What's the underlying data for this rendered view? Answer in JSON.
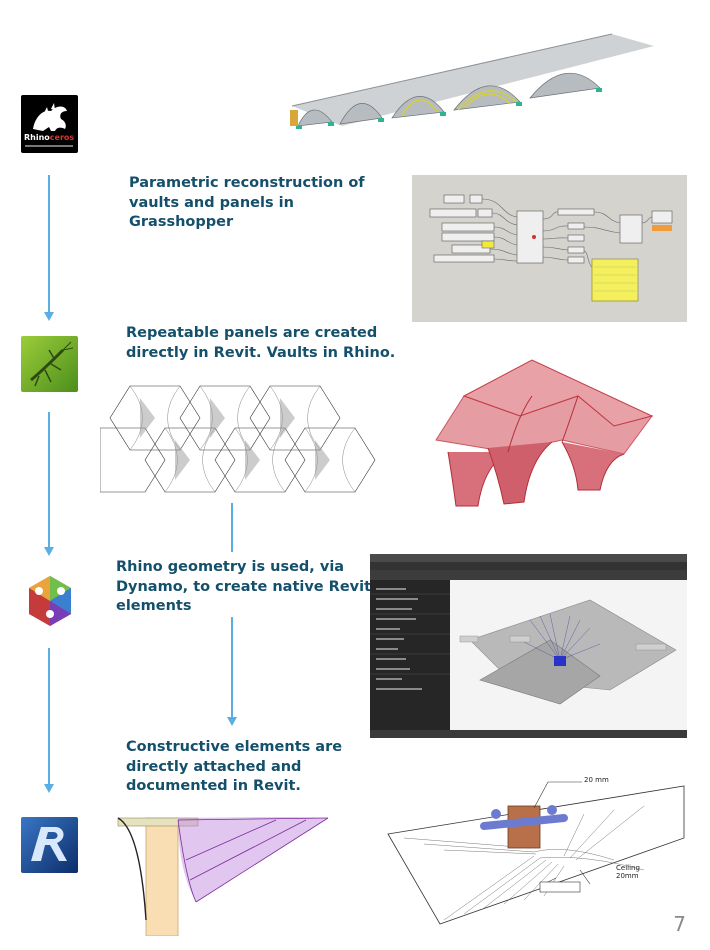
{
  "steps": [
    {
      "caption": "Parametric reconstruction of\nvaults and panels in\nGrasshopper"
    },
    {
      "caption": "Repeatable panels are created\ndirectly in Revit. Vaults in Rhino."
    },
    {
      "caption": "Rhino geometry is used, via\nDynamo, to create native Revit\nelements"
    },
    {
      "caption": "Constructive elements are\ndirectly attached and\ndocumented in Revit."
    }
  ],
  "logos": {
    "rhino_word": "Rhino",
    "rhino_accent": "ceros"
  },
  "annotations": {
    "dim_top": "20 mm",
    "ceiling_line1": "Ceiling",
    "ceiling_line2": "20mm"
  },
  "page_number": "7",
  "colors": {
    "caption": "#14506b",
    "arrow": "#5aaee3"
  }
}
